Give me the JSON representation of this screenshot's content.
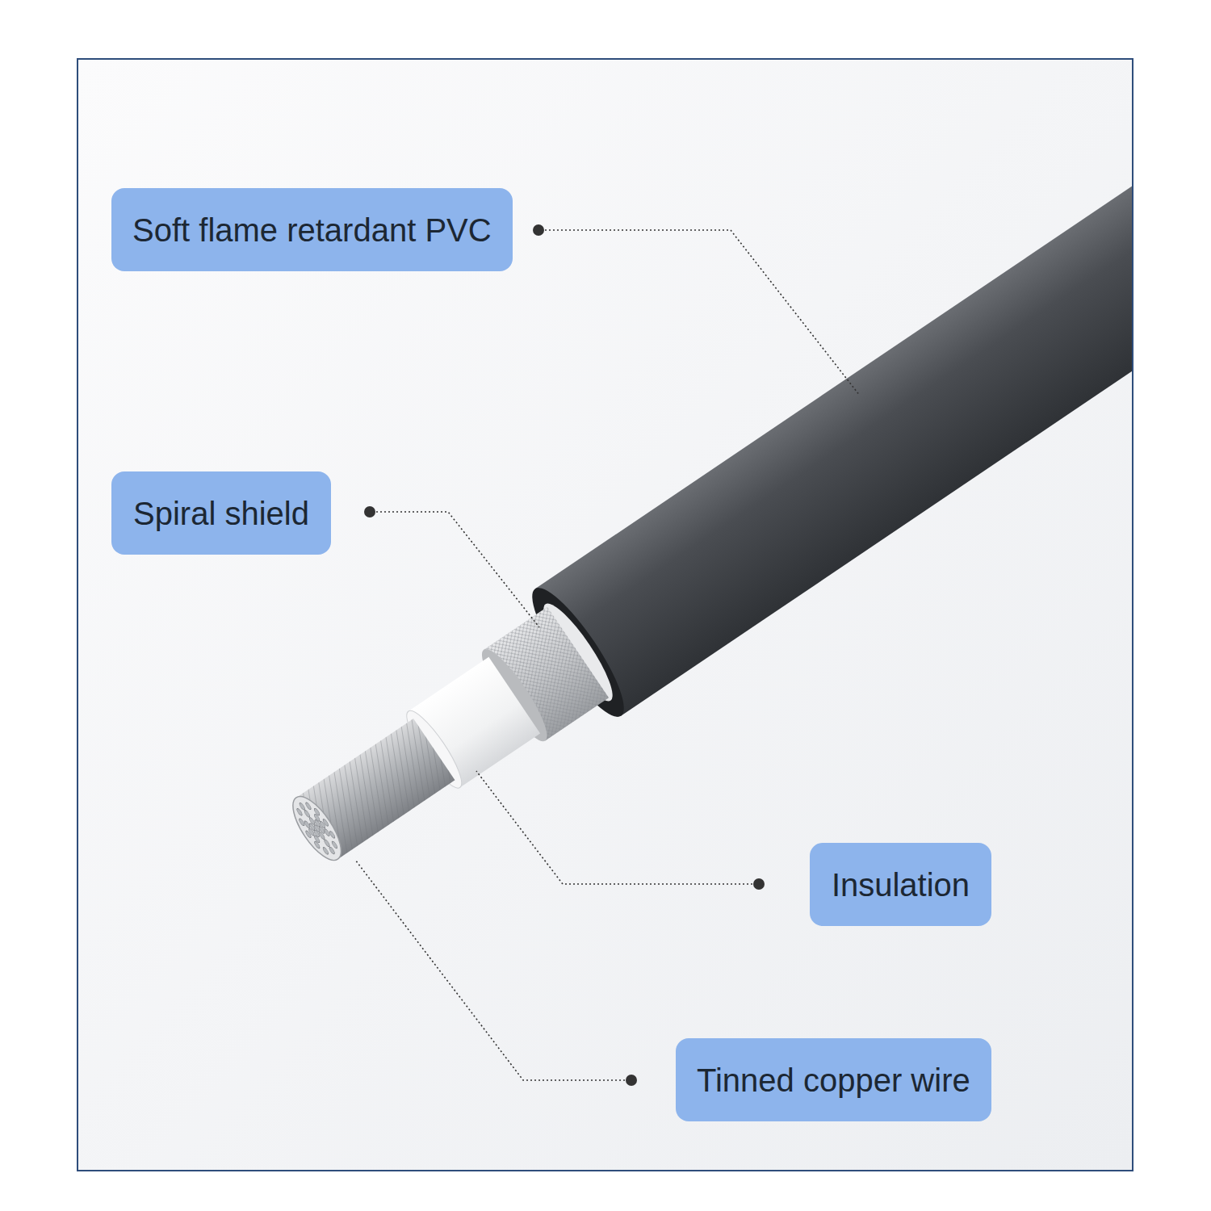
{
  "diagram": {
    "nodes": [
      {
        "text": [
          "Soft flame retardant PVC"
        ]
      },
      {
        "text": [
          "Spiral shield"
        ]
      },
      {
        "text": [
          "Insulation"
        ]
      },
      {
        "text": [
          "Tinned copper wire"
        ]
      }
    ]
  }
}
